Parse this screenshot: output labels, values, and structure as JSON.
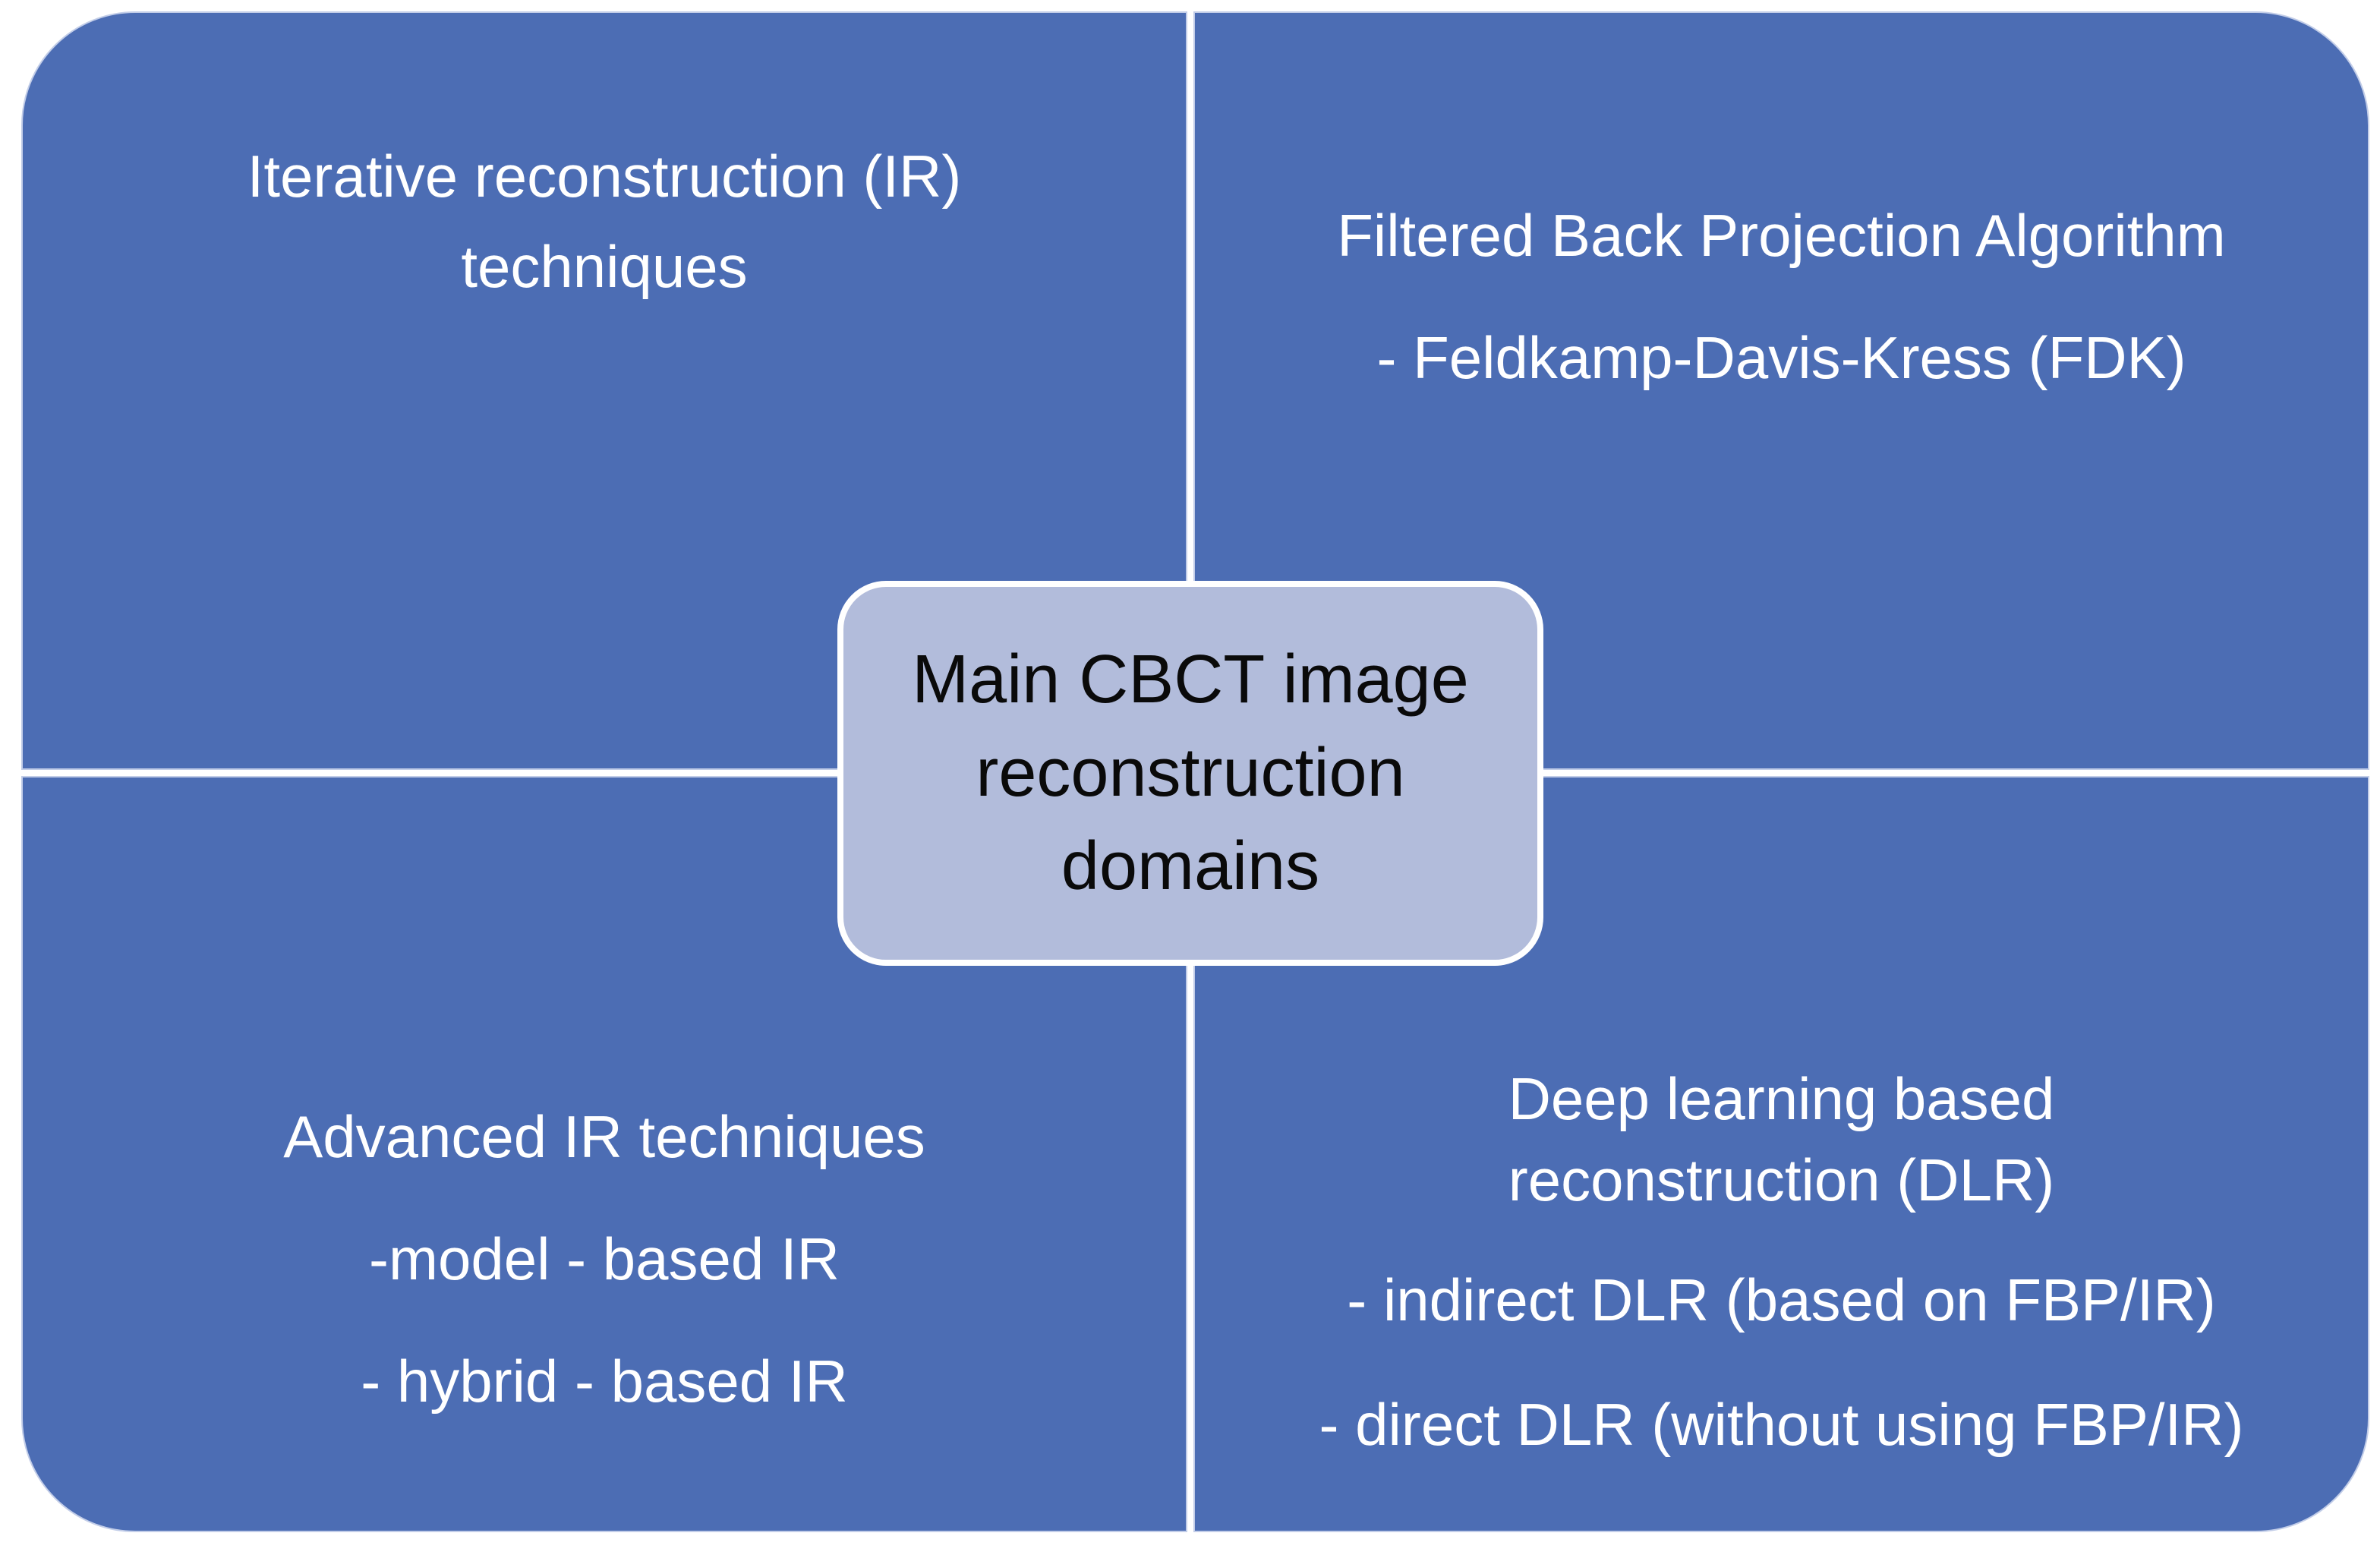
{
  "diagram": {
    "title_node": {
      "lines": [
        "Main CBCT image",
        "reconstruction",
        "domains"
      ]
    },
    "quadrants": {
      "top_left": {
        "lines": [
          "Iterative reconstruction (IR)",
          "techniques"
        ]
      },
      "top_right": {
        "lines": [
          "Filtered Back Projection Algorithm",
          "- Feldkamp-Davis-Kress (FDK)"
        ]
      },
      "bottom_left": {
        "lines": [
          "Advanced IR techniques",
          "-model - based IR",
          "- hybrid - based IR"
        ]
      },
      "bottom_right": {
        "lines": [
          "Deep learning based",
          "reconstruction (DLR)",
          "- indirect DLR (based on FBP/IR)",
          "- direct DLR (without using FBP/IR)"
        ]
      }
    },
    "colors": {
      "quadrant_fill": "#4C6DB4",
      "quadrant_edge": "#C2CDE8",
      "center_fill": "#B2BCDB",
      "quadrant_text": "#FFFFFF",
      "center_text": "#0A0A0A",
      "divider": "#FFFFFF"
    }
  }
}
